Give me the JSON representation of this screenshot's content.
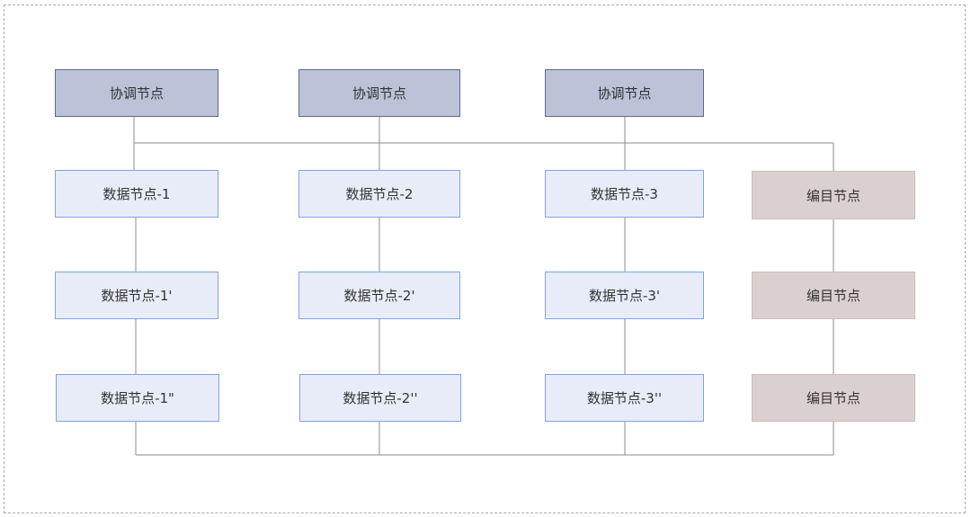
{
  "diagram": {
    "coordinator_nodes": [
      {
        "label": "协调节点"
      },
      {
        "label": "协调节点"
      },
      {
        "label": "协调节点"
      }
    ],
    "data_nodes": [
      {
        "label": "数据节点-1"
      },
      {
        "label": "数据节点-2"
      },
      {
        "label": "数据节点-3"
      },
      {
        "label": "数据节点-1'"
      },
      {
        "label": "数据节点-2'"
      },
      {
        "label": "数据节点-3'"
      },
      {
        "label": "数据节点-1\""
      },
      {
        "label": "数据节点-2''"
      },
      {
        "label": "数据节点-3''"
      }
    ],
    "catalog_nodes": [
      {
        "label": "编目节点"
      },
      {
        "label": "编目节点"
      },
      {
        "label": "编目节点"
      }
    ],
    "colors": {
      "coordinator_fill": "#bcc2d8",
      "coordinator_border": "#5d6a8c",
      "data_fill": "#e8ecf8",
      "data_border": "#7fa2e6",
      "catalog_fill": "#dbd0d0",
      "catalog_border": "#cdbcbc",
      "connector": "#8c8c8c",
      "frame": "#a9a9a9"
    }
  }
}
